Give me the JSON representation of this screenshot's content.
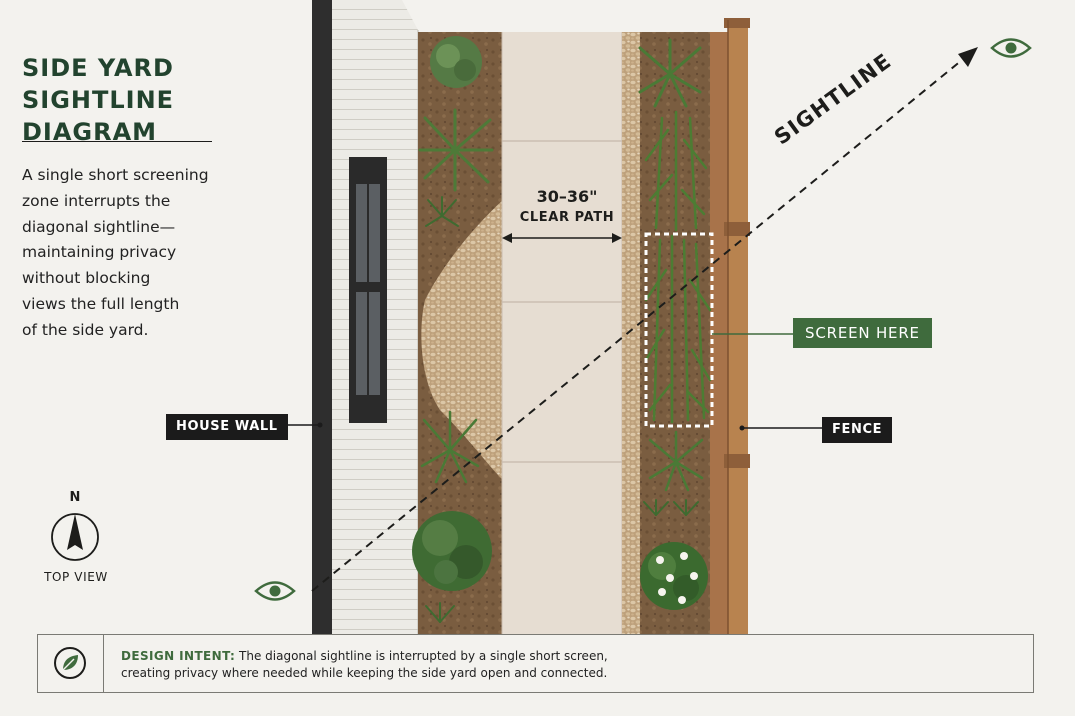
{
  "title": {
    "line1": "SIDE YARD",
    "line2": "SIGHTLINE DIAGRAM"
  },
  "description": {
    "lines": [
      "A single short screening",
      "zone interrupts the",
      "diagonal sightline—",
      "maintaining privacy",
      "without blocking",
      "views the full length",
      "of the side yard."
    ]
  },
  "labels": {
    "house_wall": "HOUSE WALL",
    "fence": "FENCE",
    "screen_here": "SCREEN HERE",
    "sightline": "SIGHTLINE",
    "path_width": "30–36\"",
    "clear_path": "CLEAR PATH"
  },
  "compass": {
    "north": "N",
    "view": "TOP VIEW"
  },
  "design_intent": {
    "heading": "DESIGN INTENT:",
    "line1": "The diagonal sightline is interrupted by a single short screen,",
    "line2": "creating privacy where needed while keeping the side yard open and connected."
  },
  "colors": {
    "accent_green": "#3f6b3d",
    "title_green": "#22432e",
    "tag_black": "#1b1b1b",
    "paving": "#e6ddd2",
    "fence_wood": "#a8734a",
    "gravel": "#c6ab86"
  },
  "icons": {
    "eye_start": "eye-icon",
    "eye_end": "eye-icon",
    "compass": "compass-icon",
    "leaf": "leaf-icon"
  }
}
